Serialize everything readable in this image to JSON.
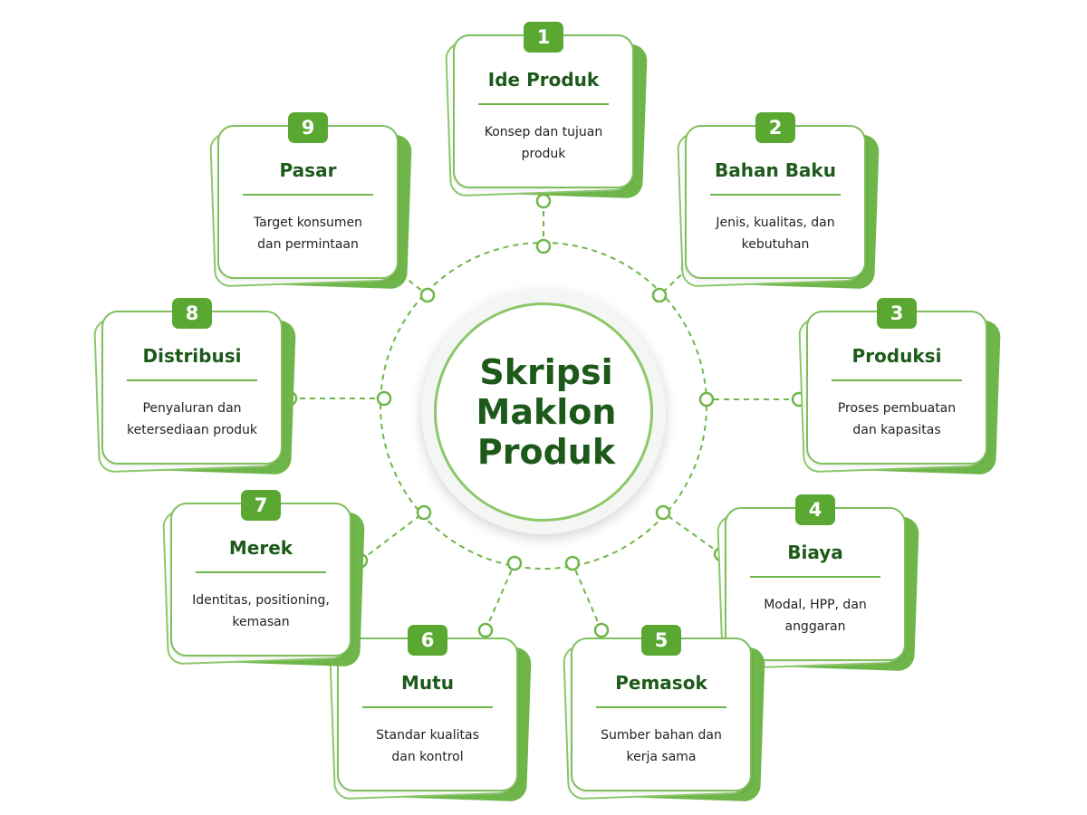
{
  "center": {
    "lines": [
      "Skripsi",
      "Maklon",
      "Produk"
    ]
  },
  "items": [
    {
      "number": "1",
      "title": "Ide Produk",
      "desc": [
        "Konsep dan tujuan",
        "produk"
      ]
    },
    {
      "number": "2",
      "title": "Bahan Baku",
      "desc": [
        "Jenis, kualitas, dan",
        "kebutuhan"
      ]
    },
    {
      "number": "3",
      "title": "Produksi",
      "desc": [
        "Proses pembuatan",
        "dan kapasitas"
      ]
    },
    {
      "number": "4",
      "title": "Biaya",
      "desc": [
        "Modal, HPP, dan",
        "anggaran"
      ]
    },
    {
      "number": "5",
      "title": "Pemasok",
      "desc": [
        "Sumber bahan dan",
        "kerja sama"
      ]
    },
    {
      "number": "6",
      "title": "Mutu",
      "desc": [
        "Standar kualitas",
        "dan kontrol"
      ]
    },
    {
      "number": "7",
      "title": "Merek",
      "desc": [
        "Identitas, positioning,",
        "kemasan"
      ]
    },
    {
      "number": "8",
      "title": "Distribusi",
      "desc": [
        "Penyaluran dan",
        "ketersediaan produk"
      ]
    },
    {
      "number": "9",
      "title": "Pasar",
      "desc": [
        "Target konsumen",
        "dan permintaan"
      ]
    }
  ],
  "colors": {
    "accent": "#5aa832",
    "title_text": "#1d5a1a",
    "line": "#6fb64a"
  }
}
